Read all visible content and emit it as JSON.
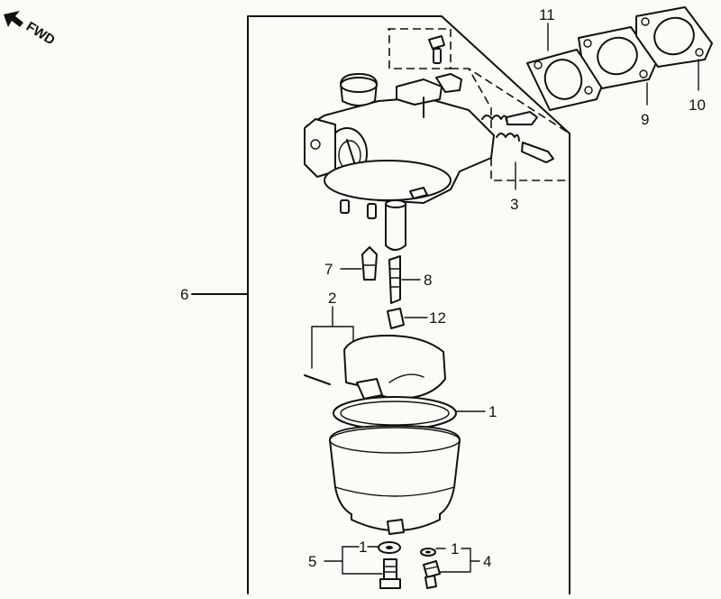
{
  "orientation": {
    "text": "FWD",
    "icon": "arrow-up-left-icon"
  },
  "callouts": {
    "p1a": "1",
    "p1b": "1",
    "p1c": "1",
    "p2": "2",
    "p3": "3",
    "p4": "4",
    "p5": "5",
    "p6": "6",
    "p7": "7",
    "p8": "8",
    "p9": "9",
    "p10": "10",
    "p11": "11",
    "p12": "12"
  }
}
